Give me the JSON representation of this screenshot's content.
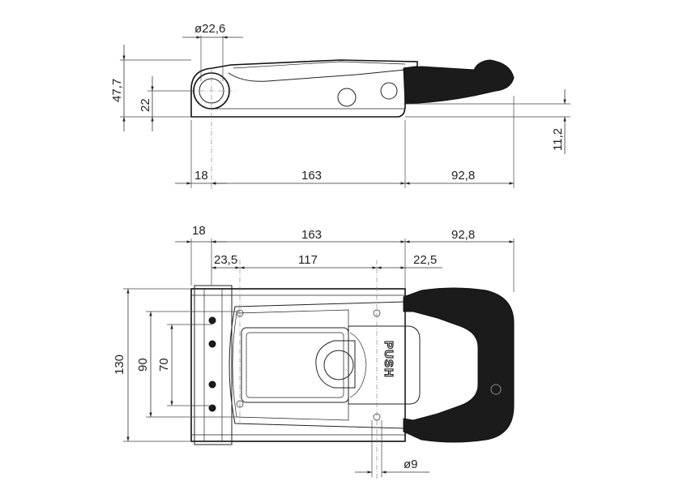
{
  "top_view": {
    "dim_diameter": "ø22,6",
    "dim_overall_height": "47,7",
    "dim_pivot_height": "22",
    "dim_handle_offset": "11,2",
    "dim_left": "18",
    "dim_middle": "163",
    "dim_right": "92,8"
  },
  "bottom_view": {
    "dim_left": "18",
    "dim_middle": "163",
    "dim_right": "92,8",
    "dim_hole_left": "23,5",
    "dim_hole_spacing": "117",
    "dim_hole_right": "22,5",
    "dim_width": "130",
    "dim_inner": "90",
    "dim_slot": "70",
    "dim_hole_diameter": "ø9",
    "button_label": "PUSH"
  }
}
